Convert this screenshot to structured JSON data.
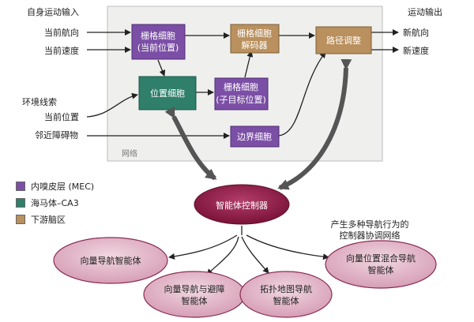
{
  "colors": {
    "purple": "#7c4fa6",
    "teal": "#2f7f6a",
    "tan": "#b9905e",
    "network_bg": "#efefee",
    "controller": "#8c1b45",
    "ellipse_fill": "#dcb1c2"
  },
  "labels": {
    "self_motion_input": "自身运动输入",
    "current_heading": "当前航向",
    "current_speed": "当前速度",
    "env_cues": "环境线索",
    "current_position": "当前位置",
    "nearby_obstacles": "邻近障碍物",
    "motion_output": "运动输出",
    "new_heading": "新航向",
    "new_speed": "新速度",
    "network": "网络"
  },
  "boxes": {
    "grid_current_l1": "栅格细胞",
    "grid_current_l2": "(当前位置)",
    "grid_decoder_l1": "栅格细胞",
    "grid_decoder_l2": "解码器",
    "path_adjust": "路径调整",
    "place_cell": "位置细胞",
    "grid_subgoal_l1": "栅格细胞",
    "grid_subgoal_l2": "(子目标位置)",
    "border_cell": "边界细胞"
  },
  "legend": [
    {
      "label": "内嗅皮层 (MEC)",
      "color": "#7c4fa6"
    },
    {
      "label": "海马体–CA3",
      "color": "#2f7f6a"
    },
    {
      "label": "下游脑区",
      "color": "#b9905e"
    }
  ],
  "controller": "智能体控制器",
  "annotation_l1": "产生多种导航行为的",
  "annotation_l2": "控制器协调网络",
  "agents": {
    "vector_nav": "向量导航智能体",
    "vector_avoid_l1": "向量导航与避障",
    "vector_avoid_l2": "智能体",
    "topo_l1": "拓扑地图导航",
    "topo_l2": "智能体",
    "hybrid_l1": "向量位置混合导航",
    "hybrid_l2": "智能体"
  }
}
